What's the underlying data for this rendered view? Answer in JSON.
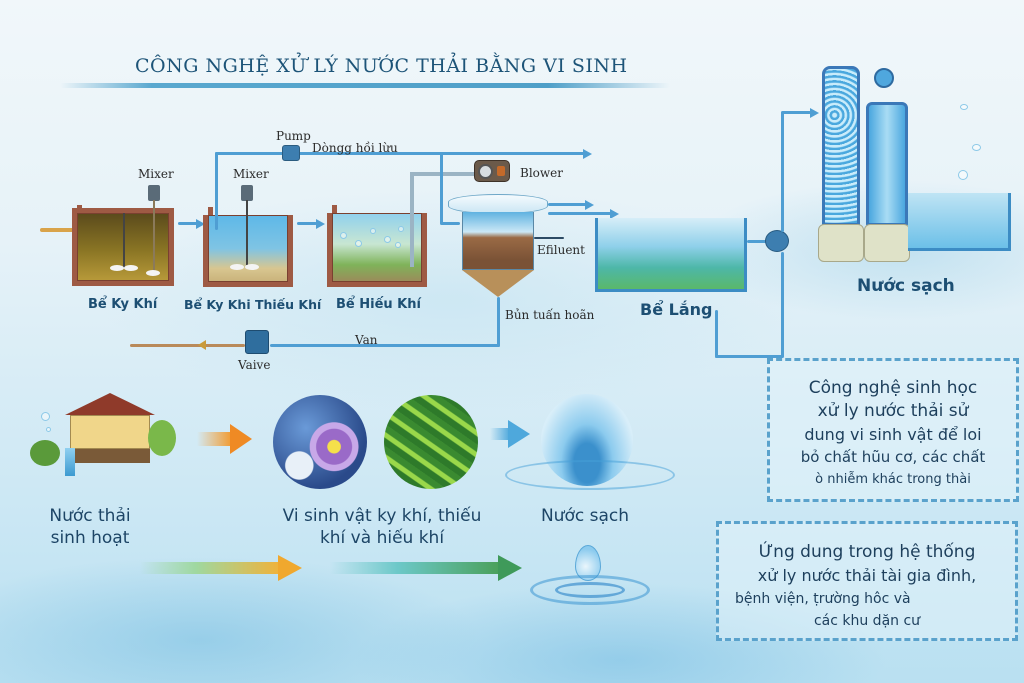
{
  "title": "CÔNG NGHỆ XỬ LÝ NƯỚC THẢI BẰNG VI SINH",
  "process": {
    "tanks": [
      {
        "label": "Bể Ky Khí",
        "equipment": "Mixer"
      },
      {
        "label": "Bể Ky Khi Thiếu Khí",
        "equipment": "Mixer"
      },
      {
        "label": "Bể Hiếu Khí"
      },
      {
        "label": "Bể Lắng"
      },
      {
        "label": "Nước sạch"
      }
    ],
    "equipment_labels": {
      "pump": "Pump",
      "return_flow": "Dòngg hồi lừu",
      "blower": "Blower",
      "effluent": "Efiluent",
      "sludge_return": "Bủn tuấn hoãn",
      "valve_line": "Van",
      "valve": "Vaive"
    }
  },
  "flow": {
    "steps": [
      {
        "label_line1": "Nước thải",
        "label_line2": "sinh hoạt",
        "icon": "house-icon"
      },
      {
        "label_line1": "Vi sinh vật ky khí, thiếu",
        "label_line2": "khí và hiếu khí",
        "icon": "microbes-icon"
      },
      {
        "label_line1": "Nước sạch",
        "label_line2": "",
        "icon": "water-drop-icon"
      }
    ]
  },
  "info_boxes": [
    {
      "lines": [
        "Công nghệ sinh học",
        "xử ly nước thải sử",
        "dung vi sinh vật để loi",
        "bỏ chất hũu cơ, các chất",
        "ò nhiễm khác trong thài"
      ]
    },
    {
      "lines": [
        "Ứng dung trong hệ thống",
        "xử ly nước thải tài gia đình,",
        "bệnh viện, ṭrường hôc và",
        "các khu dặn cư"
      ]
    }
  ],
  "colors": {
    "title": "#1d5478",
    "pipe": "#4f9ed3",
    "brick": "#9e5a44",
    "label": "#1d4f73",
    "box_border": "#5aa2cc"
  }
}
